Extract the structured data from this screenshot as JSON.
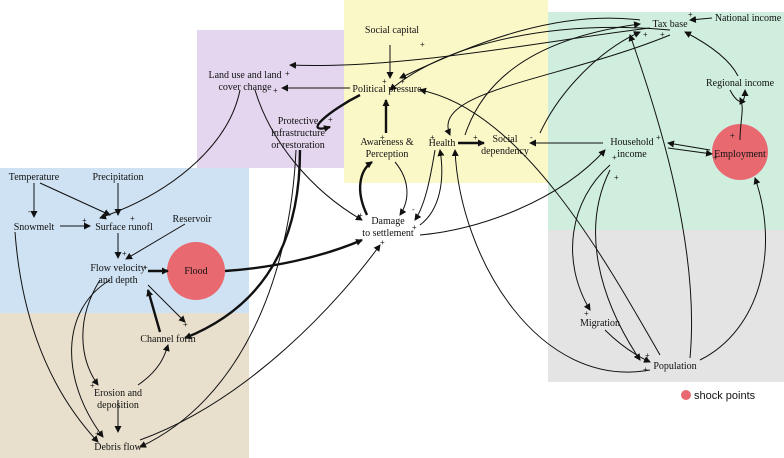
{
  "colors": {
    "region_blue": "#cfe2f3",
    "region_tan": "#e8e0cd",
    "region_purple": "#e3d6ee",
    "region_yellow": "#fbf8c8",
    "region_green": "#cfeede",
    "region_gray": "#e4e4e4",
    "shock": "#e8696f",
    "arrow": "#111111"
  },
  "nodes": {
    "temperature": "Temperature",
    "precipitation": "Precipitation",
    "snowmelt": "Snowmelt",
    "surface_runoff": "Surface runofl",
    "reservoir": "Reservoir",
    "flow_velocity_1": "Flow velocity",
    "flow_velocity_2": "and depth",
    "flood": "Flood",
    "channel_form": "Channel form",
    "erosion_1": "Erosion and",
    "erosion_2": "deposition",
    "debris_flow": "Debris flow",
    "land_use_1": "Land use and land",
    "land_use_2": "cover change",
    "protective_1": "Protective",
    "protective_2": "infrastructure",
    "protective_3": "or restoration",
    "social_capital": "Social capital",
    "political_pressure": "Political pressure",
    "awareness_1": "Awareness &",
    "awareness_2": "Perception",
    "damage_1": "Damage",
    "damage_2": "to settlement",
    "health": "Health",
    "social_dependency_1": "Social",
    "social_dependency_2": "dependency",
    "tax_base": "Tax base",
    "national_income": "National income",
    "regional_income": "Regional income",
    "household_income_1": "Household",
    "household_income_2": "income",
    "employment": "Employment",
    "migration": "Migration",
    "population": "Population"
  },
  "legend": {
    "label": "shock points"
  }
}
